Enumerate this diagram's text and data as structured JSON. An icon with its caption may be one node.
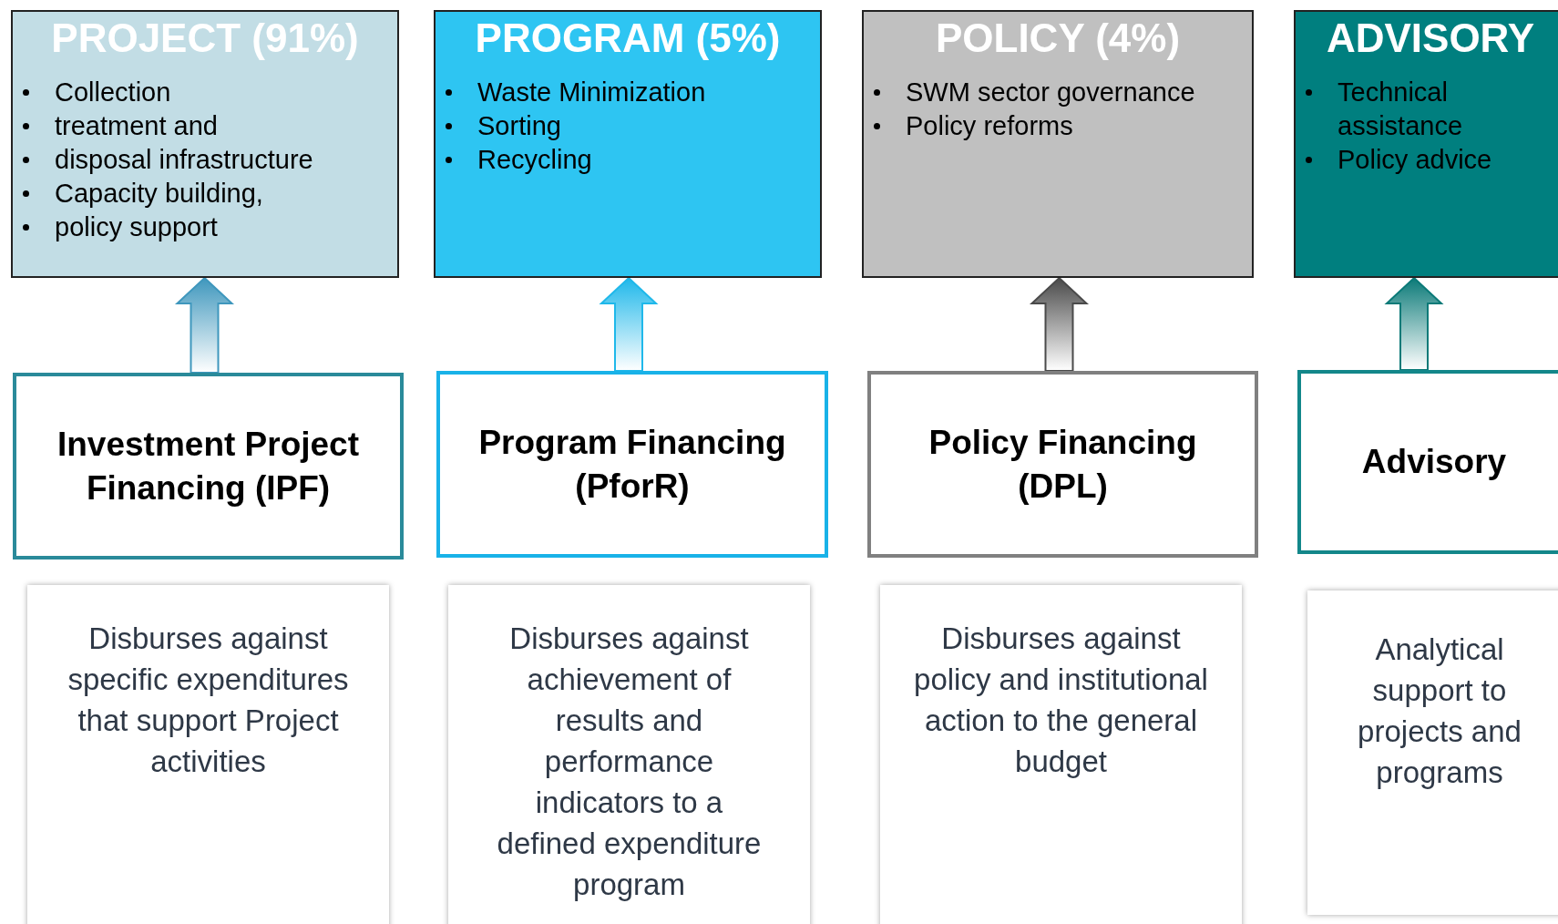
{
  "diagram": {
    "nodes": [
      {
        "text": [
          "PROJECT (91%)",
          "Collection",
          "treatment and",
          "disposal infrastructure",
          "Capacity building,",
          "policy support"
        ]
      },
      {
        "text": [
          "PROGRAM (5%)",
          "Waste Minimization",
          "Sorting",
          "Recycling"
        ]
      },
      {
        "text": [
          "POLICY (4%)",
          "SWM sector governance",
          "Policy reforms"
        ]
      },
      {
        "text": [
          "ADVISORY",
          "Technical assistance",
          "Policy advice"
        ]
      },
      {
        "text": [
          "Investment Project Financing (IPF)"
        ]
      },
      {
        "text": [
          "Program Financing (PforR)"
        ]
      },
      {
        "text": [
          "Policy Financing (DPL)"
        ]
      },
      {
        "text": [
          "Advisory"
        ]
      },
      {
        "text": [
          "Disburses against specific expenditures that support Project activities"
        ]
      },
      {
        "text": [
          "Disburses against achievement of results and performance indicators to a defined expenditure program"
        ]
      },
      {
        "text": [
          "Disburses against policy and institutional action to the general budget"
        ]
      },
      {
        "text": [
          "Analytical support to projects and programs"
        ]
      }
    ],
    "edges": [
      {
        "from": 4,
        "to": 0,
        "arrow": "to",
        "style": "thick",
        "color": "#3f97bd"
      },
      {
        "from": 5,
        "to": 1,
        "arrow": "to",
        "style": "thick",
        "color": "#1fb8ea"
      },
      {
        "from": 6,
        "to": 2,
        "arrow": "to",
        "style": "thick",
        "color": "#4a4a4a"
      },
      {
        "from": 7,
        "to": 3,
        "arrow": "to",
        "style": "thick",
        "color": "#0b7a78"
      }
    ]
  }
}
